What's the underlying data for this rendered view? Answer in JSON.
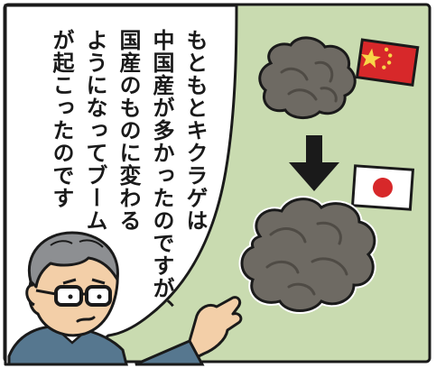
{
  "speech": {
    "lines": [
      "もともとキクラゲは",
      "中国産が多かったのですが、",
      "国産のものに変わる",
      "ようになってブーム",
      "が起こったのです"
    ]
  },
  "colors": {
    "background": "#ffffff",
    "panel_green": "#c9dbb0",
    "outline": "#1a1a1a",
    "fungus": "#6e6a63",
    "fungus_dark": "#4f4b45",
    "flag_red": "#d7282a",
    "flag_star": "#f8d648",
    "jacket": "#56778f",
    "skin": "#f3cfa8",
    "hair": "#8d8f92"
  },
  "icons": [
    "china-flag-icon",
    "japan-flag-icon",
    "down-arrow-icon",
    "dried-wood-ear-fungus-icon"
  ]
}
